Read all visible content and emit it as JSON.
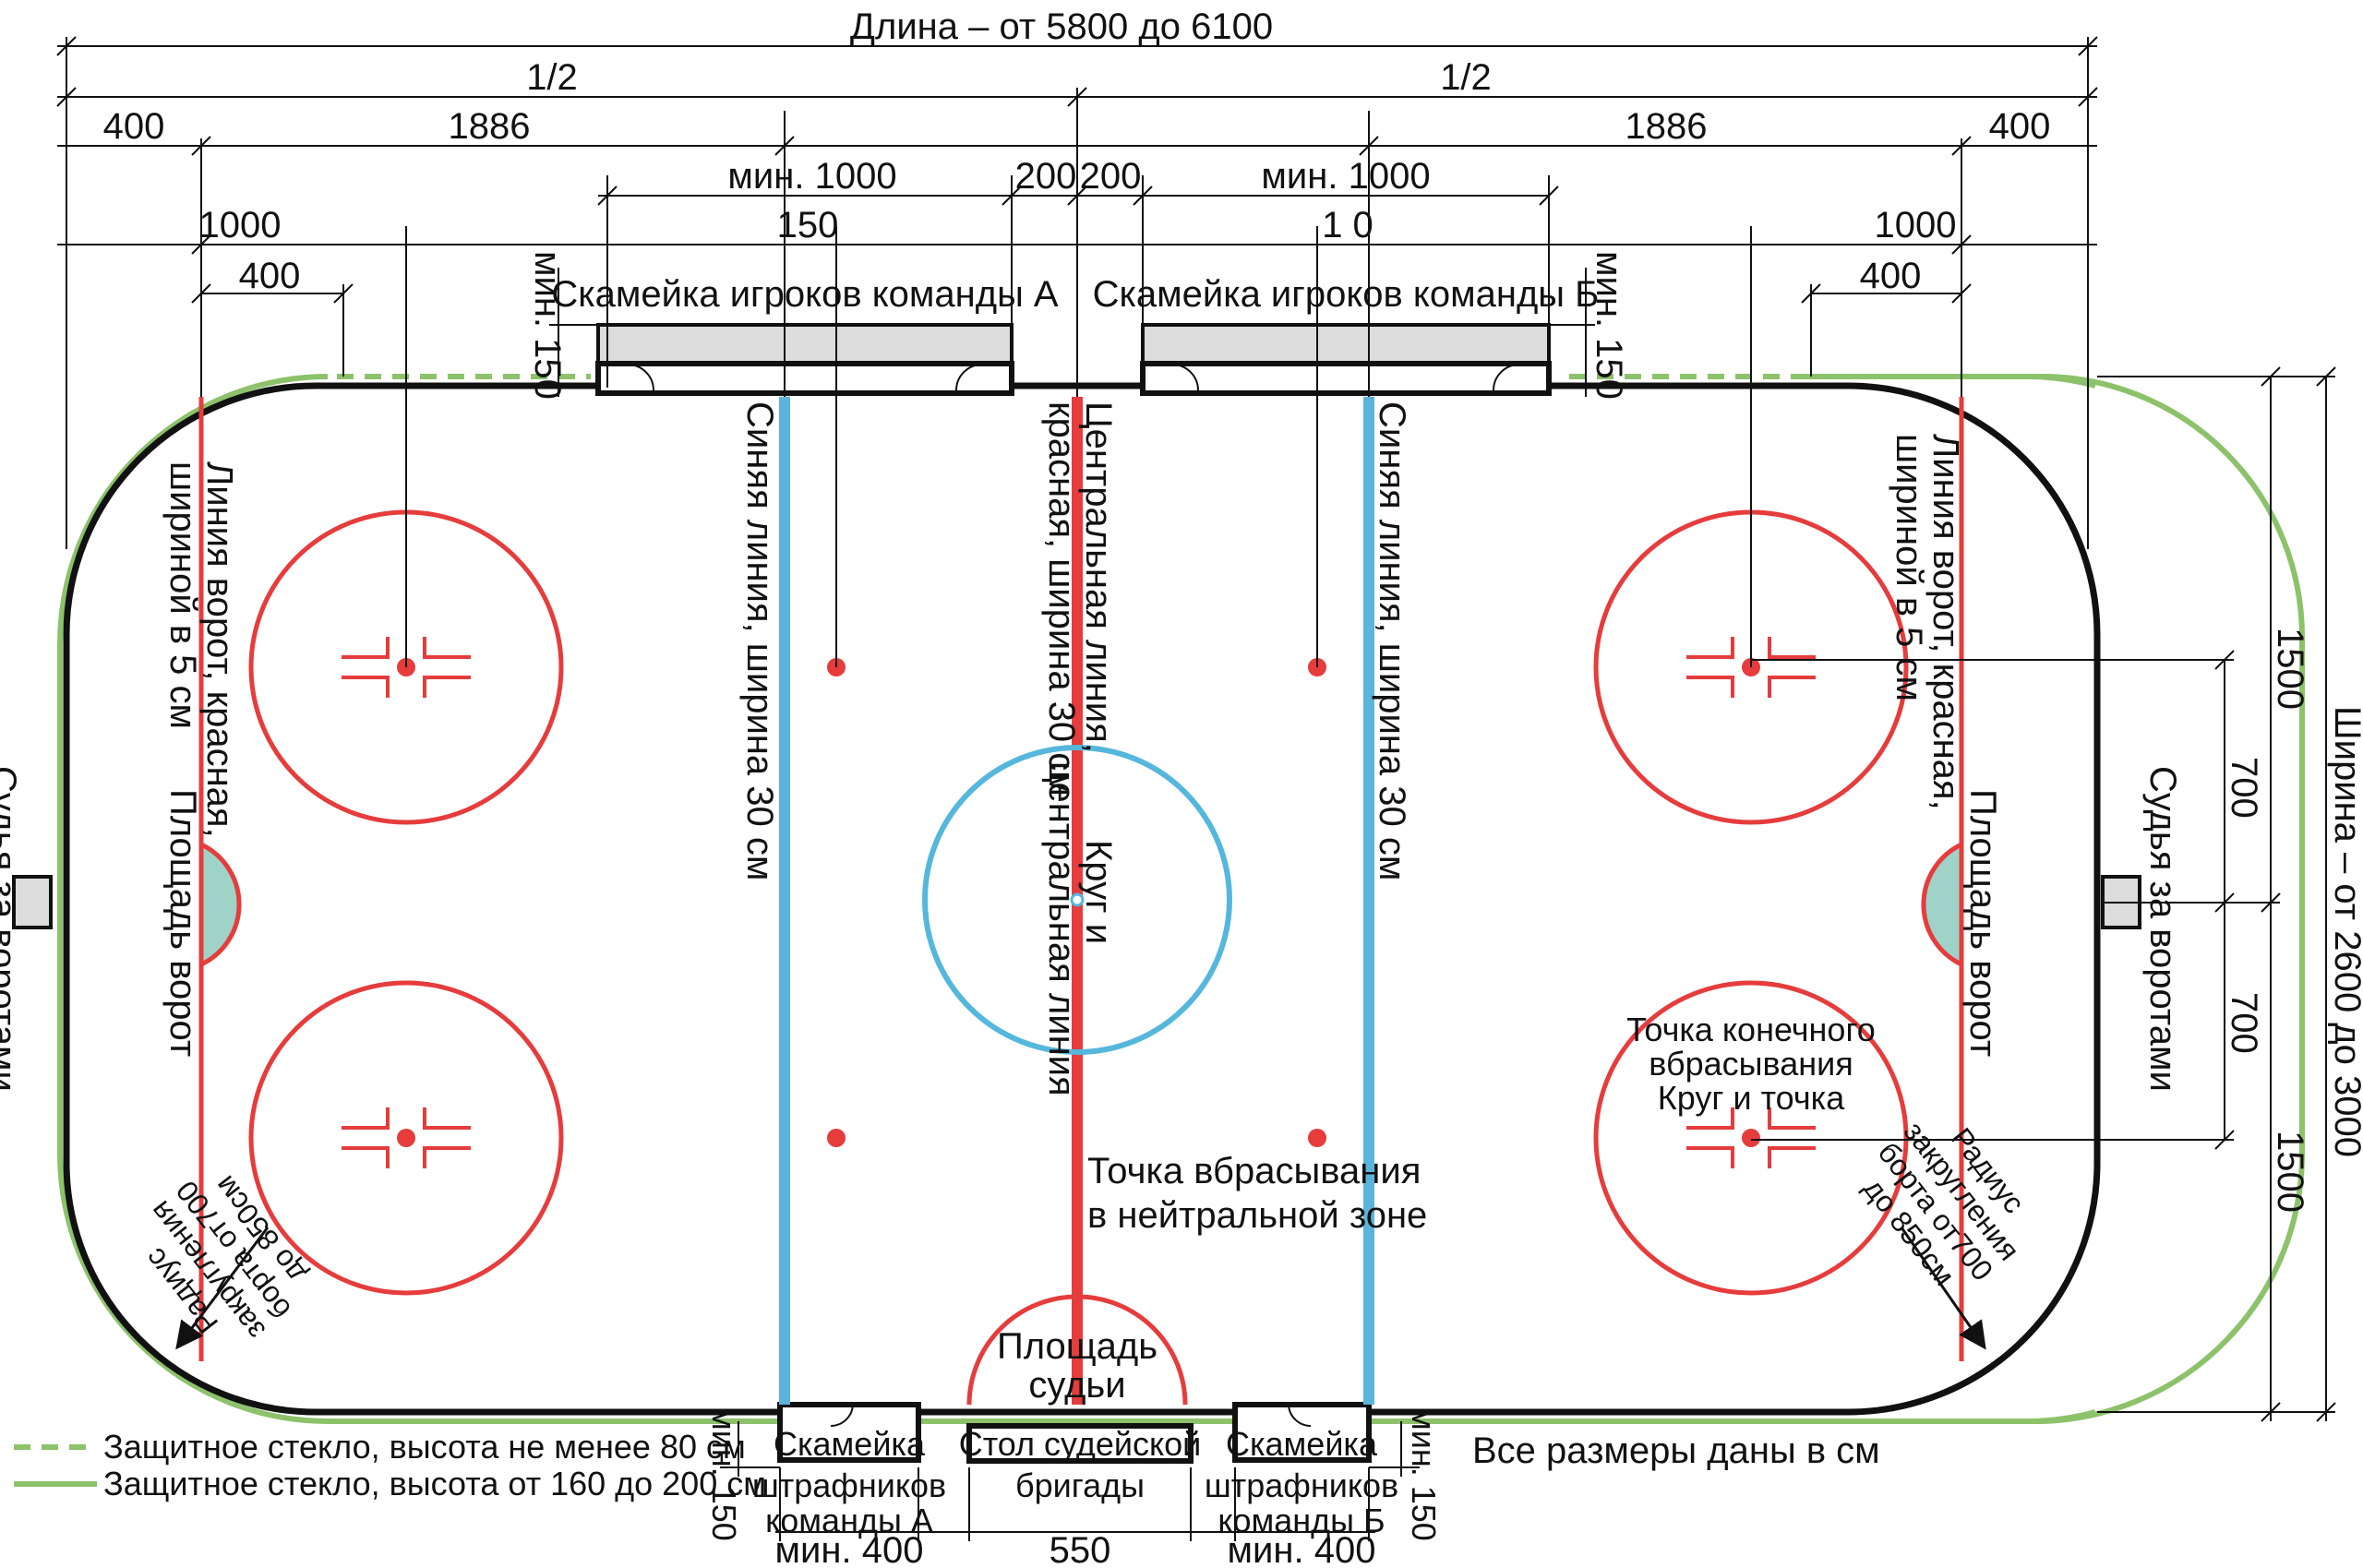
{
  "colors": {
    "red": "#e63c3c",
    "blue": "#5ab4dc",
    "center_circle": "#55b7dc",
    "green": "#8cc26a",
    "board": "#111111",
    "bench_fill": "#dcdcdc",
    "crease_fill": "#9fd3c7"
  },
  "dimensions": {
    "length": "Длина – от  5800  до 6100",
    "half_left": "1/2",
    "half_right": "1/2",
    "left_400": "400",
    "left_1886": "1886",
    "right_1886": "1886",
    "right_400": "400",
    "bench_a_min": "мин. 1000",
    "bench_b_min": "мин. 1000",
    "gap_200_a": "200",
    "gap_200_b": "200",
    "left_1000": "1000",
    "right_1000": "1000",
    "left_400_goal": "400",
    "right_400_goal": "400",
    "mark_150_a": "150",
    "mark_150_b": "1  0",
    "bench_depth_a": "мин. 150",
    "bench_depth_b": "мин. 150",
    "width_total": "Ширина – от 2600 до 3000",
    "w_1500_top": "1500",
    "w_700_top": "700",
    "w_700_bottom": "700",
    "w_1500_bottom": "1500",
    "penalty_depth_a": "мин. 150",
    "penalty_depth_b": "мин. 150",
    "penalty_a_min": "мин. 400",
    "table_550": "550",
    "penalty_b_min": "мин. 400"
  },
  "labels": {
    "bench_a": "Скамейка игроков команды А",
    "bench_b": "Скамейка игроков команды Б",
    "blue_line_left": "Синяя линия, ширина 30 см",
    "blue_line_right": "Синяя линия, ширина 30 см",
    "center_line_1": "Центральная линия,",
    "center_line_2": "красная, ширина 30 см",
    "center_circle_1": "Круг и",
    "center_circle_2": "центральная линия",
    "goal_line_left_1": "Линия ворот, красная,",
    "goal_line_left_2": "шириной в 5 см",
    "goal_line_right_1": "Линия ворот, красная,",
    "goal_line_right_2": "шириной в 5 см",
    "crease_left": "Площадь ворот",
    "crease_right": "Площадь ворот",
    "judge_left": "Судья за воротами",
    "judge_right": "Судья за воротами",
    "faceoff_end_1": "Точка конечного",
    "faceoff_end_2": "вбрасывания",
    "faceoff_end_3": "Круг и точка",
    "neutral_faceoff_1": "Точка вбрасывания",
    "neutral_faceoff_2": "в нейтральной зоне",
    "referee_area_1": "Площадь",
    "referee_area_2": "судьи",
    "radius_left_1": "Радиус",
    "radius_left_2": "закругления",
    "radius_left_3": "борта от700",
    "radius_left_4": "до 850см",
    "radius_right_1": "Радиус",
    "radius_right_2": "закругления",
    "radius_right_3": "борта от700",
    "radius_right_4": "до 850см",
    "penalty_a_1": "Скамейка",
    "penalty_a_2": "штрафников",
    "penalty_a_3": "команды А",
    "scorer_table_1": "Стол судейской",
    "scorer_table_2": "бригады",
    "penalty_b_1": "Скамейка",
    "penalty_b_2": "штрафников",
    "penalty_b_3": "команды Б",
    "units_note": "Все размеры даны в см"
  },
  "legend": [
    {
      "style": "dashed",
      "text": "Защитное стекло, высота не менее 80 см"
    },
    {
      "style": "solid",
      "text": "Защитное стекло, высота от 160 до 200 см"
    }
  ]
}
